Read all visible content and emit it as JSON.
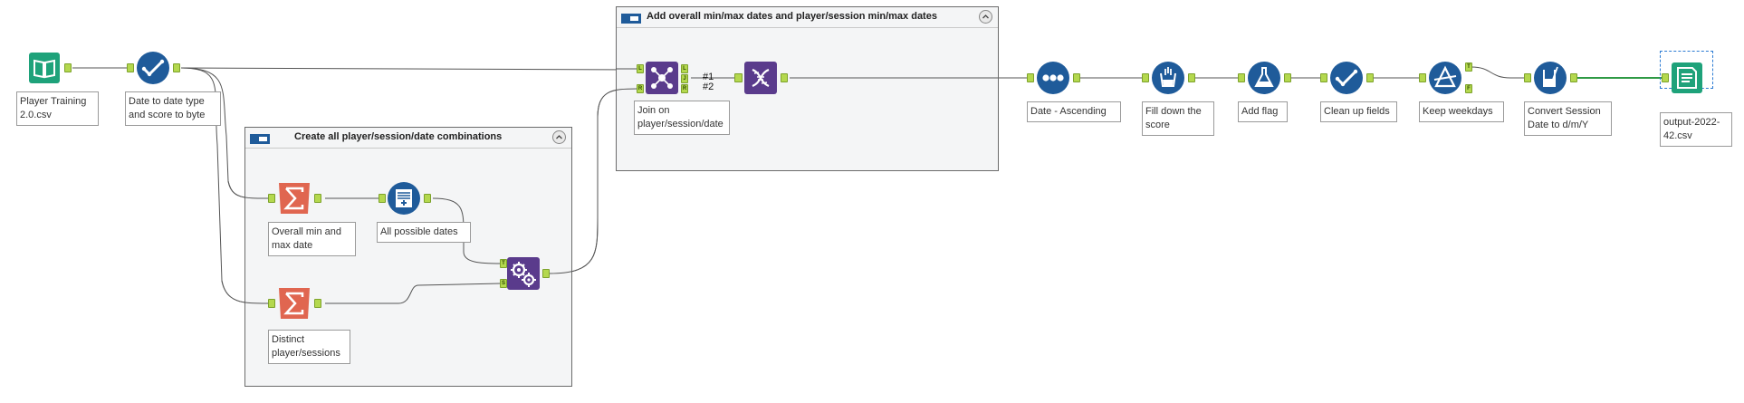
{
  "containers": [
    {
      "id": "c1",
      "title": "Create all player/session/date combinations"
    },
    {
      "id": "c2",
      "title": "Add overall min/max dates and player/session min/max dates"
    }
  ],
  "tools": [
    {
      "id": "input",
      "label": "Player Training 2.0.csv",
      "icon": "book-icon",
      "color": "#1ea27a"
    },
    {
      "id": "select1",
      "label": "Date to date type and score to byte",
      "icon": "check-icon",
      "color": "#1f5b9a"
    },
    {
      "id": "summ1",
      "label": "Overall min and max date",
      "icon": "sigma-icon",
      "color": "#e06650"
    },
    {
      "id": "gen",
      "label": "All possible dates",
      "icon": "generate-rows-icon",
      "color": "#1f5b9a"
    },
    {
      "id": "summ2",
      "label": "Distinct player/sessions",
      "icon": "sigma-icon",
      "color": "#e06650"
    },
    {
      "id": "append",
      "label": "",
      "icon": "gears-icon",
      "color": "#5a3b8c"
    },
    {
      "id": "join",
      "label": "Join on player/session/date",
      "icon": "join-icon",
      "color": "#5a3b8c"
    },
    {
      "id": "union",
      "label": "",
      "icon": "dna-icon",
      "color": "#5a3b8c"
    },
    {
      "id": "sort",
      "label": "Date - Ascending",
      "icon": "sort-dots-icon",
      "color": "#1f5b9a"
    },
    {
      "id": "multirow",
      "label": "Fill down the score",
      "icon": "bucket-icon",
      "color": "#1f5b9a"
    },
    {
      "id": "formula",
      "label": "Add flag",
      "icon": "flask-icon",
      "color": "#1f5b9a"
    },
    {
      "id": "select2",
      "label": "Clean up fields",
      "icon": "check-icon",
      "color": "#1f5b9a"
    },
    {
      "id": "filter",
      "label": "Keep weekdays",
      "icon": "filter-icon",
      "color": "#1f5b9a"
    },
    {
      "id": "formula2",
      "label": "Convert Session Date to d/m/Y",
      "icon": "beaker-icon",
      "color": "#1f5b9a"
    },
    {
      "id": "output",
      "label": "output-2022-42.csv",
      "icon": "output-icon",
      "color": "#1ea27a"
    }
  ],
  "anchors": {
    "join_left": "L",
    "join_right": "R",
    "join_out_j": "J",
    "append_target": "T",
    "append_source": "S",
    "filter_true": "T",
    "filter_false": "F"
  },
  "connection_labels": {
    "first": "#1",
    "second": "#2"
  },
  "colors": {
    "wire": "#555555",
    "anchor": "#b4d84e",
    "container_bg": "#f4f5f6",
    "selected": "#2b7bd3"
  }
}
